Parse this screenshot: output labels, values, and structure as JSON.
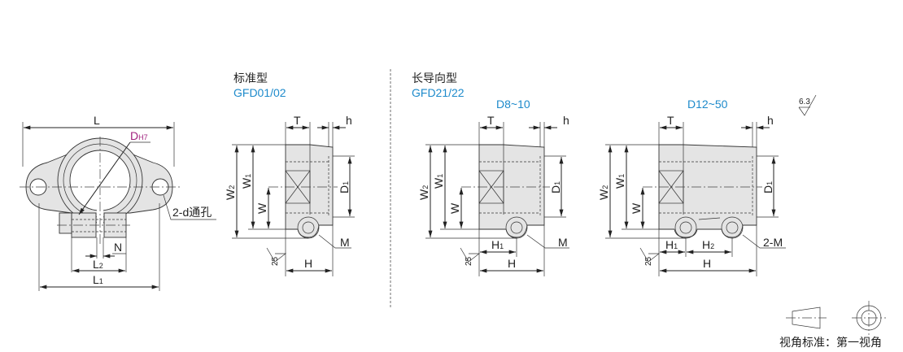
{
  "colors": {
    "accent": "#1d8acb",
    "tolerance": "#a2237f",
    "body_fill": "#e4e4e4"
  },
  "front_view": {
    "L": "L",
    "D": "D",
    "D_sub": "H7",
    "hole_note": "2-d通孔",
    "N": "N",
    "L2": "L",
    "L2_sub": "2",
    "L1": "L",
    "L1_sub": "1"
  },
  "standard": {
    "title": "标准型",
    "model": "GFD01/02",
    "T": "T",
    "h": "h",
    "W2": "W",
    "W2_sub": "2",
    "W1": "W",
    "W1_sub": "1",
    "W": "W",
    "D1": "D",
    "D1_sub": "1",
    "M": "M",
    "H": "H",
    "roughness": "25"
  },
  "long_guide": {
    "title": "长导向型",
    "model": "GFD21/22",
    "small": {
      "range": "D8~10",
      "T": "T",
      "h": "h",
      "W2": "W",
      "W2_sub": "2",
      "W1": "W",
      "W1_sub": "1",
      "W": "W",
      "D1": "D",
      "D1_sub": "1",
      "M": "M",
      "H1": "H",
      "H1_sub": "1",
      "H": "H",
      "roughness": "25"
    },
    "large": {
      "range": "D12~50",
      "T": "T",
      "h": "h",
      "W2": "W",
      "W2_sub": "2",
      "W1": "W",
      "W1_sub": "1",
      "W": "W",
      "D1": "D",
      "D1_sub": "1",
      "M": "2-M",
      "H1": "H",
      "H1_sub": "1",
      "H2": "H",
      "H2_sub": "2",
      "H": "H",
      "roughness": "25"
    }
  },
  "surface_roughness": "6.3",
  "projection": {
    "label": "视角标准：第一视角"
  }
}
